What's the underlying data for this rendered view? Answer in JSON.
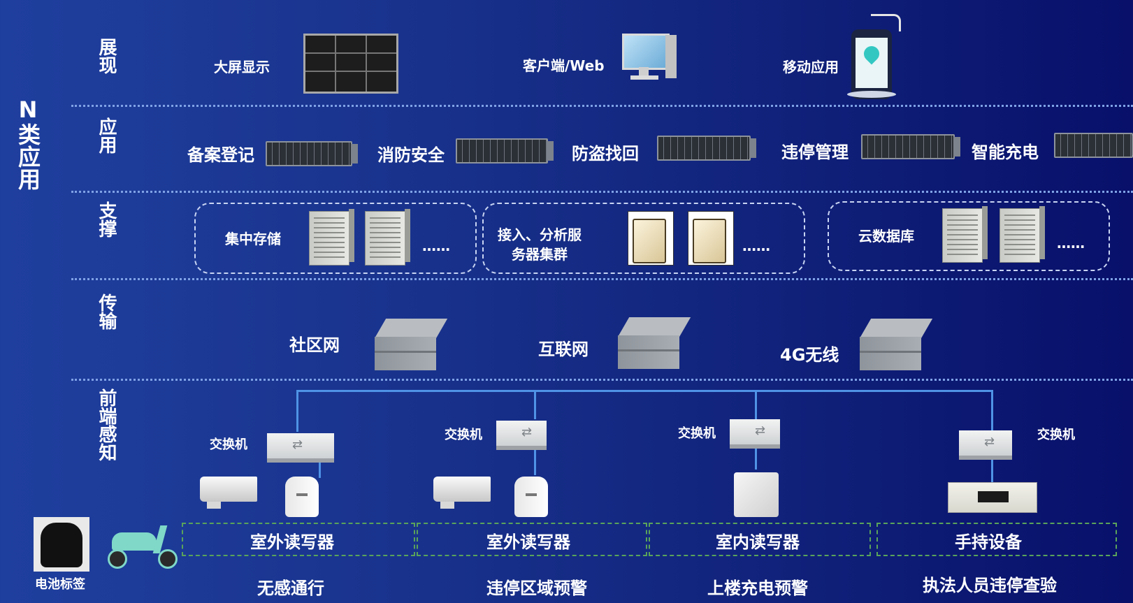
{
  "side_label": "N类应用",
  "layers": [
    {
      "label": "展现"
    },
    {
      "label": "应用"
    },
    {
      "label": "支撑"
    },
    {
      "label": "传输"
    },
    {
      "label": "前端感知"
    }
  ],
  "display": {
    "items": [
      {
        "label": "大屏显示",
        "icon": "video-wall-icon"
      },
      {
        "label": "客户端/Web",
        "icon": "monitor-icon"
      },
      {
        "label": "移动应用",
        "icon": "mobile-phone-icon"
      }
    ]
  },
  "application": {
    "items": [
      {
        "label": "备案登记"
      },
      {
        "label": "消防安全"
      },
      {
        "label": "防盗找回"
      },
      {
        "label": "违停管理"
      },
      {
        "label": "智能充电"
      }
    ]
  },
  "support": {
    "groups": [
      {
        "label": "集中存储",
        "ellipsis": "……"
      },
      {
        "label_line1": "接入、分析服",
        "label_line2": "务器集群",
        "ellipsis": "……"
      },
      {
        "label": "云数据库",
        "ellipsis": "……"
      }
    ]
  },
  "transport": {
    "networks": [
      {
        "label": "社区网"
      },
      {
        "label": "互联网"
      },
      {
        "label": "4G无线"
      }
    ]
  },
  "frontend": {
    "switch_label": "交换机",
    "devices": [
      {
        "label": "室外读写器",
        "scenario": "无感通行"
      },
      {
        "label": "室外读写器",
        "scenario": "违停区域预警"
      },
      {
        "label": "室内读写器",
        "scenario": "上楼充电预警"
      },
      {
        "label": "手持设备",
        "scenario": "执法人员违停查验"
      }
    ],
    "battery_tag_label": "电池标签"
  },
  "colors": {
    "background_start": "#1f3f9e",
    "background_end": "#08106a",
    "connector_line": "#4f93e6",
    "divider": "#7fa2e6",
    "device_box_border": "#5aa35a"
  }
}
